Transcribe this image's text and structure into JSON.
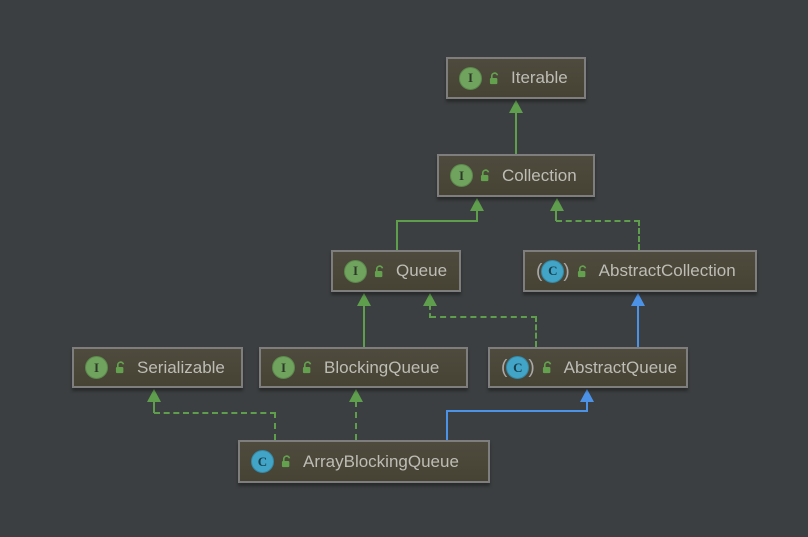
{
  "diagram": {
    "tool": "IntelliJ IDEA UML class diagram",
    "subject": "ArrayBlockingQueue class hierarchy"
  },
  "colors": {
    "background": "#3c3f41",
    "node_fill": "#4a4638",
    "node_border": "#7e7e7e",
    "node_text": "#bdbdb6",
    "edge_green": "#5f9e4d",
    "edge_blue": "#4c93e8",
    "interface_icon_green": "#70a35e",
    "class_icon_cyan": "#42a4c6",
    "lock_icon_green": "#63a14e"
  },
  "icons": {
    "interface_letter": "I",
    "class_letter": "C",
    "abstract_paren_open": "(",
    "abstract_paren_close": ")"
  },
  "nodes": [
    {
      "id": "iterable",
      "label": "Iterable",
      "kind": "interface",
      "visibility": "public"
    },
    {
      "id": "collection",
      "label": "Collection",
      "kind": "interface",
      "visibility": "public"
    },
    {
      "id": "queue",
      "label": "Queue",
      "kind": "interface",
      "visibility": "public"
    },
    {
      "id": "abstract-collection",
      "label": "AbstractCollection",
      "kind": "abstract-class",
      "visibility": "public"
    },
    {
      "id": "serializable",
      "label": "Serializable",
      "kind": "interface",
      "visibility": "public"
    },
    {
      "id": "blocking-queue",
      "label": "BlockingQueue",
      "kind": "interface",
      "visibility": "public"
    },
    {
      "id": "abstract-queue",
      "label": "AbstractQueue",
      "kind": "abstract-class",
      "visibility": "public"
    },
    {
      "id": "array-blocking-queue",
      "label": "ArrayBlockingQueue",
      "kind": "class",
      "visibility": "public"
    }
  ],
  "edges": [
    {
      "from": "Collection",
      "to": "Iterable",
      "relation": "extends",
      "style": "solid-green"
    },
    {
      "from": "Queue",
      "to": "Collection",
      "relation": "extends",
      "style": "solid-green"
    },
    {
      "from": "AbstractCollection",
      "to": "Collection",
      "relation": "implements",
      "style": "dashed-green"
    },
    {
      "from": "BlockingQueue",
      "to": "Queue",
      "relation": "extends",
      "style": "solid-green"
    },
    {
      "from": "AbstractQueue",
      "to": "Queue",
      "relation": "implements",
      "style": "dashed-green"
    },
    {
      "from": "AbstractQueue",
      "to": "AbstractCollection",
      "relation": "extends",
      "style": "solid-blue"
    },
    {
      "from": "ArrayBlockingQueue",
      "to": "Serializable",
      "relation": "implements",
      "style": "dashed-green"
    },
    {
      "from": "ArrayBlockingQueue",
      "to": "BlockingQueue",
      "relation": "implements",
      "style": "dashed-green"
    },
    {
      "from": "ArrayBlockingQueue",
      "to": "AbstractQueue",
      "relation": "extends",
      "style": "solid-blue"
    }
  ]
}
